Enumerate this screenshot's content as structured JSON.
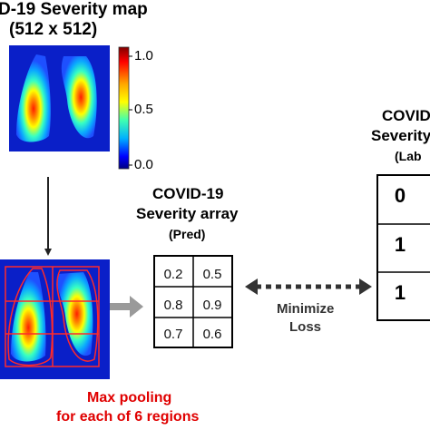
{
  "severity_map": {
    "title_line1": "D-19 Severity map",
    "title_line2": "(512 x 512)"
  },
  "colorbar": {
    "ticks": [
      "1.0",
      "0.5",
      "0.0"
    ]
  },
  "pred_array": {
    "title_line1": "COVID-19",
    "title_line2": "Severity array",
    "title_line3": "(Pred)",
    "values": [
      [
        "0.2",
        "0.5"
      ],
      [
        "0.8",
        "0.9"
      ],
      [
        "0.7",
        "0.6"
      ]
    ]
  },
  "label_array": {
    "title_line1": "COVID-",
    "title_line2": "Severity",
    "title_line3": "(Lab",
    "values": [
      "0",
      "1",
      "1"
    ]
  },
  "loss": {
    "line1": "Minimize",
    "line2": "Loss"
  },
  "pooling": {
    "line1": "Max pooling",
    "line2": "for each of 6 regions"
  },
  "colors": {
    "heatmap_bg": "#0a1fc8",
    "pooling_text": "#e00000",
    "grid_red": "#ff2a2a"
  }
}
